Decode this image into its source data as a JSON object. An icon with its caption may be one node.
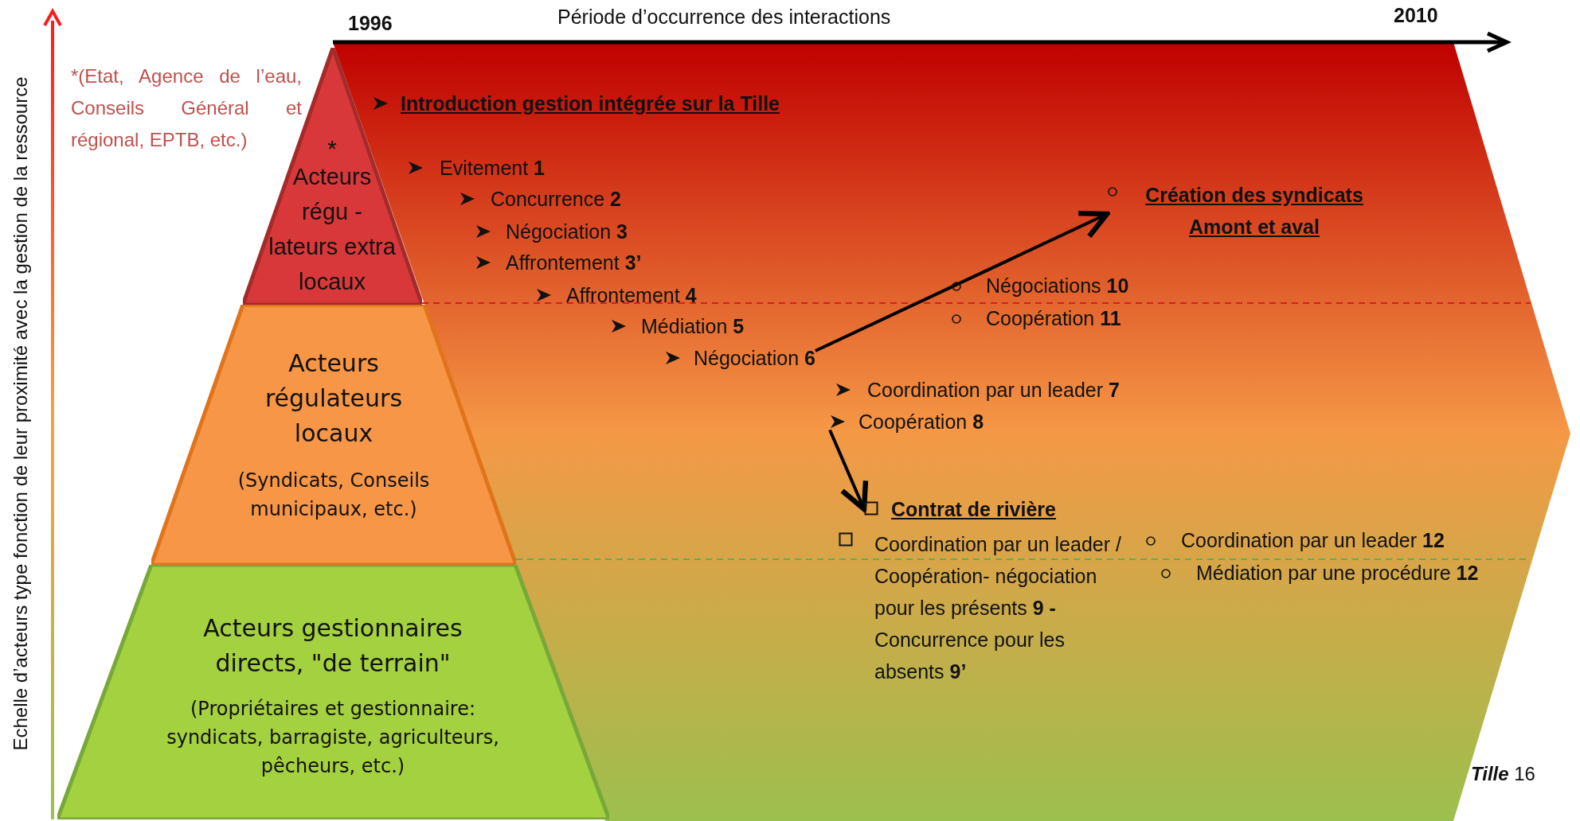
{
  "diagram": {
    "nodes": [
      {
        "text": [
          "*",
          "Acteurs régu - lateurs extra locaux"
        ]
      },
      {
        "text": [
          "Acteurs régulateurs locaux",
          "(Syndicats, Conseils municipaux, etc.)"
        ]
      },
      {
        "text": [
          "Acteurs gestionnaires directs, \"de terrain\"",
          "(Propriétaires et gestionnaire: syndicats, barragiste, agriculteurs, pêcheurs, etc.)"
        ]
      },
      {
        "text": [
          "Négociation **6**"
        ]
      },
      {
        "text": [
          "Création des syndicats Amont et aval"
        ]
      },
      {
        "text": [
          "Coopération **8**"
        ]
      },
      {
        "text": [
          "Contrat de rivière"
        ]
      }
    ],
    "edges": [
      {
        "from": 3,
        "to": 4,
        "arrow": "to"
      },
      {
        "from": 5,
        "to": 6,
        "arrow": "to"
      }
    ],
    "labels": [
      "Période d’occurrence des interactions",
      "1996",
      "2010",
      "Echelle d’acteurs type fonction de leur proximité avec la gestion de la ressource",
      "*(Etat, Agence de l’eau, Conseils Général et régional, EPTB, etc.)",
      "Introduction gestion intégrée sur la Tille",
      "Evitement **1**",
      "Concurrence **2**",
      "Négociation **3**",
      "Affrontement **3’**",
      "Affrontement **4**",
      "Médiation **5**",
      "Négociations **10**",
      "Coopération **11**",
      "Coordination par un leader **7**",
      "Coordination par un leader / Coopération- négociation pour les présents **9 -** Concurrence pour les absents **9’**",
      "Coordination par un leader **12**",
      "Médiation par une procédure **12**",
      "*Tille* 16"
    ]
  }
}
